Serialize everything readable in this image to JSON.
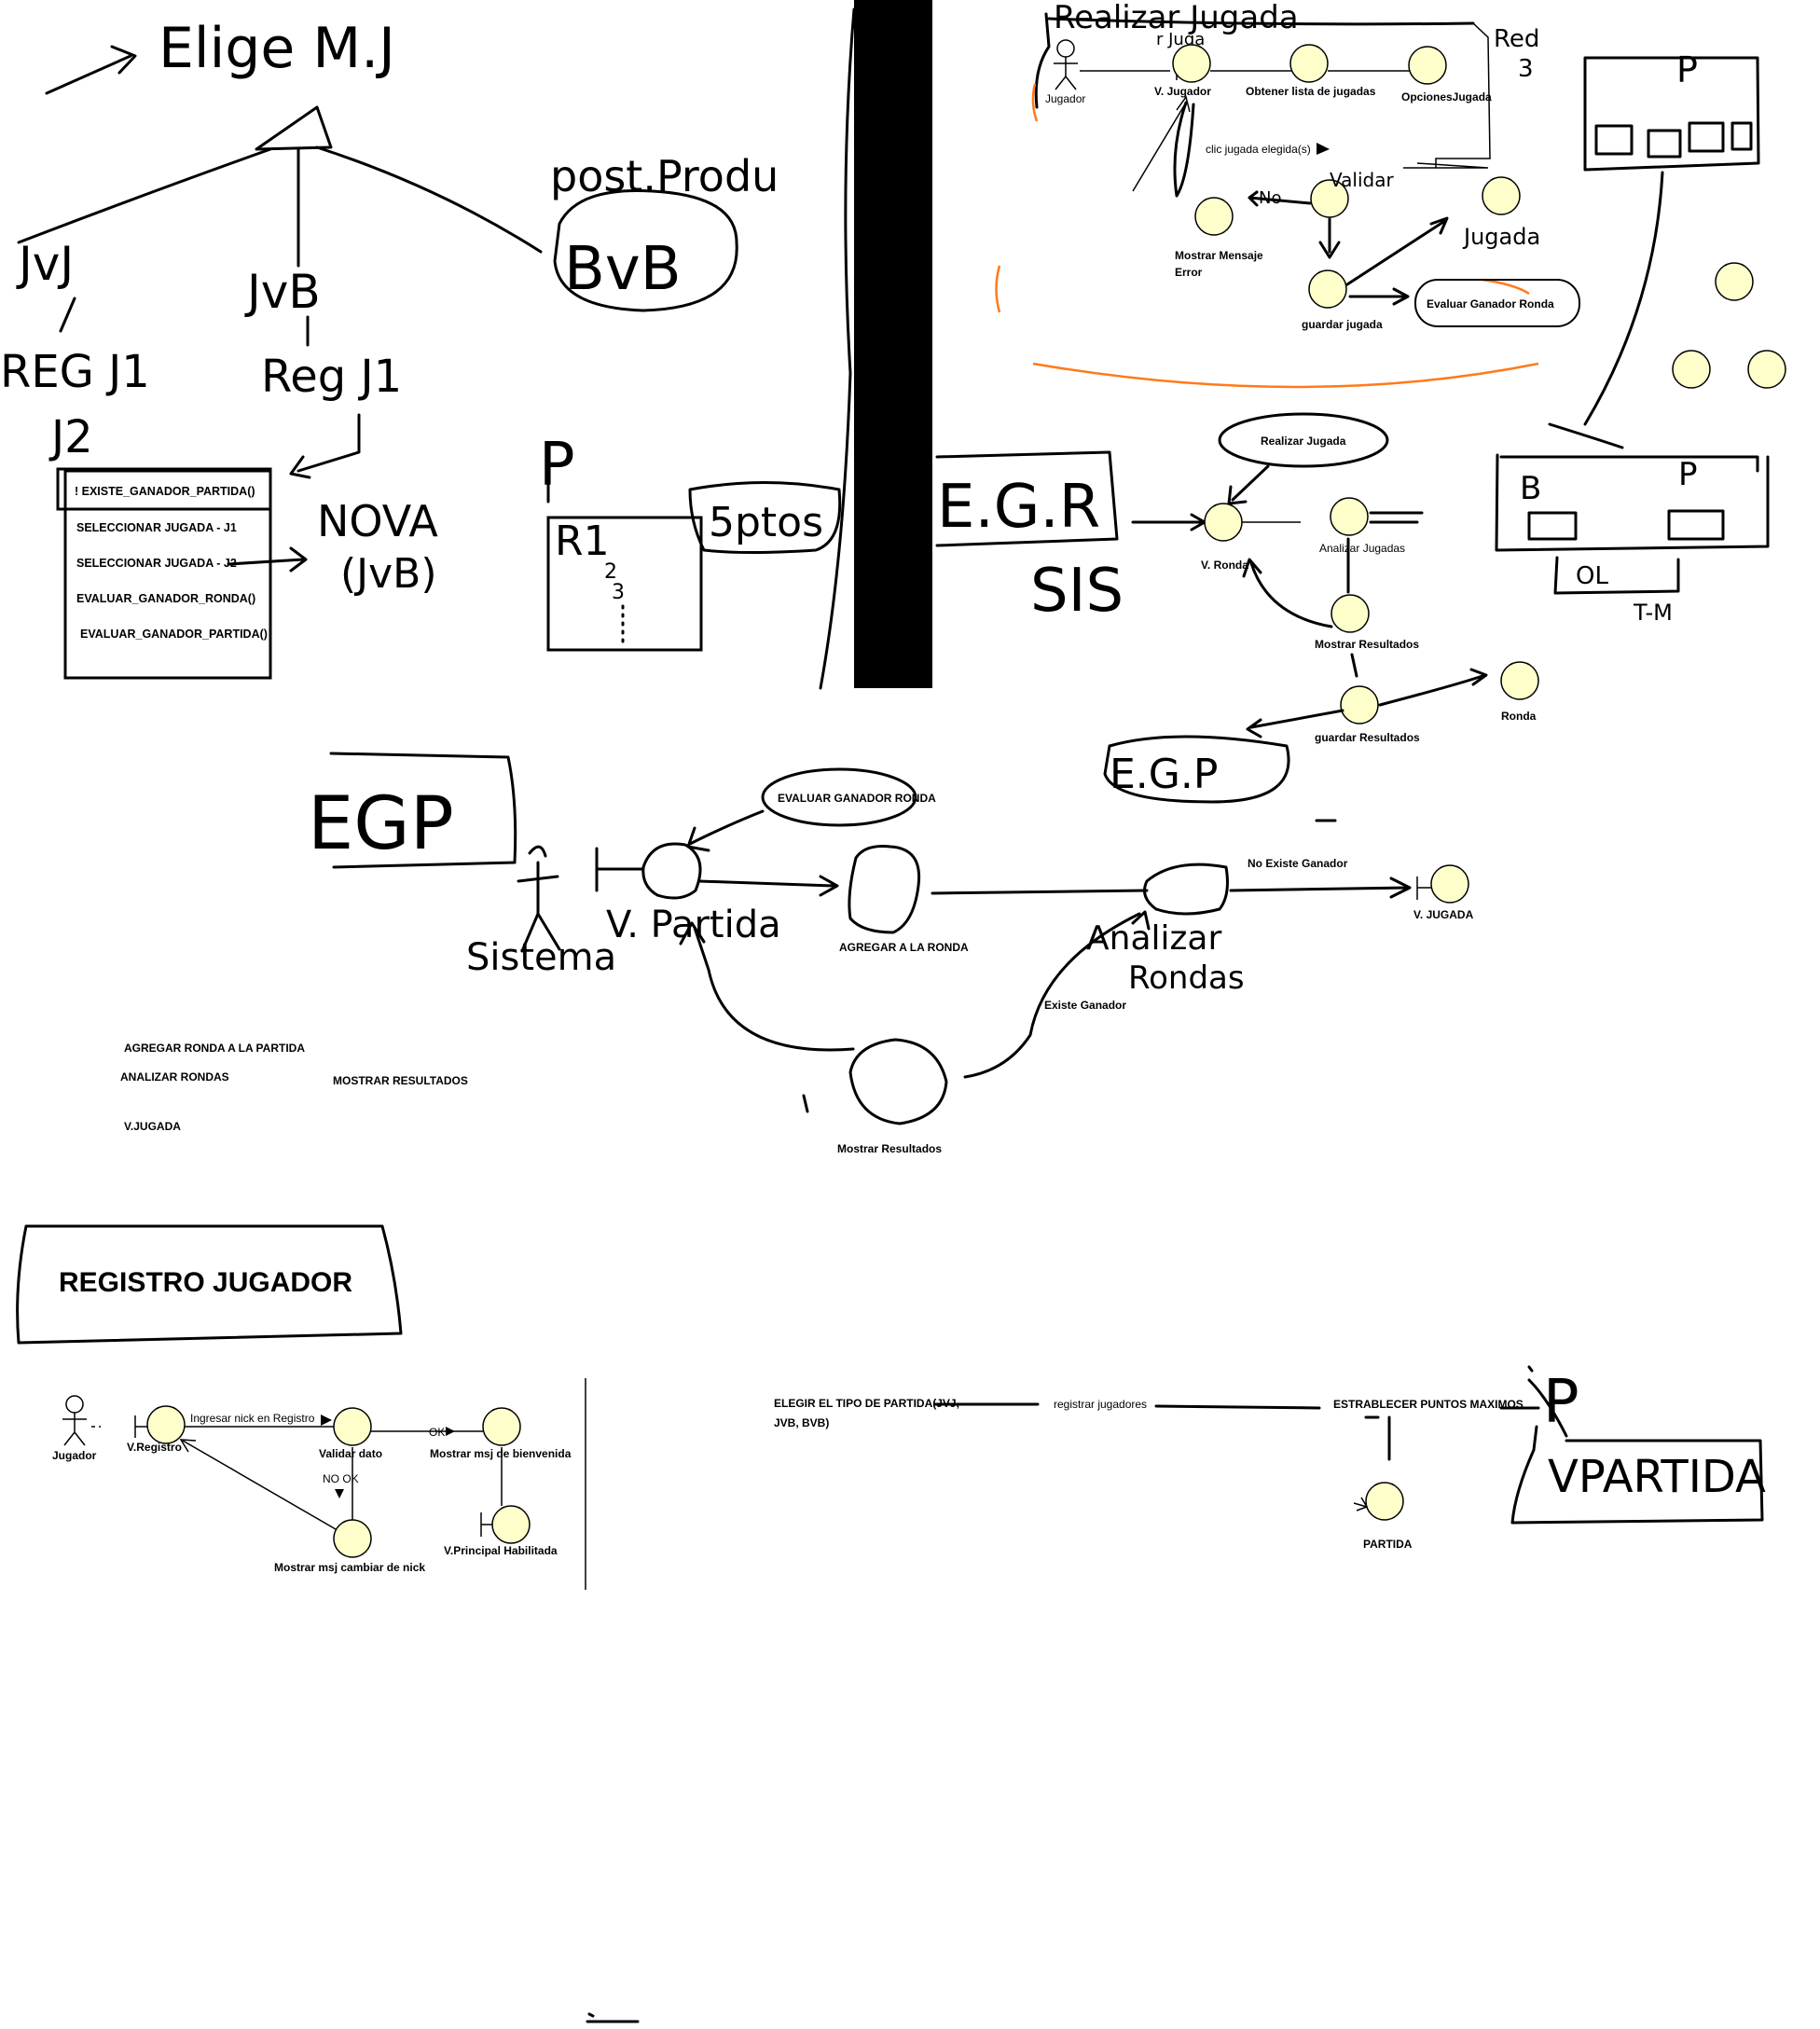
{
  "colors": {
    "object_fill": "#ffffcc",
    "ink": "#000000",
    "highlight": "#ff7a1a"
  },
  "tree": {
    "title": "Elige M.J",
    "post": "post.Produ",
    "bvb": "BvB",
    "jvj": "JvJ",
    "jvb": "JvB",
    "reg_j1": "REG J1",
    "j2": "J2",
    "reg_j1_b": "Reg J1",
    "nova": "NOVA",
    "nova_sub": "(JvB)"
  },
  "method_box": {
    "items": [
      "! EXISTE_GANADOR_PARTIDA()",
      "SELECCIONAR JUGADA - J1",
      "SELECCIONAR JUGADA - J2",
      "EVALUAR_GANADOR_RONDA()",
      "EVALUAR_GANADOR_PARTIDA()"
    ]
  },
  "points_sketch": {
    "p": "P",
    "r1": "R1",
    "n2": "2",
    "n3": "3",
    "pts": "5ptos"
  },
  "realizar": {
    "title": "Realizar Jugada",
    "scribble": "r Juga",
    "red": "Red",
    "red_num": "3",
    "actor": "Jugador",
    "v_jugador": "V. Jugador",
    "obtener": "Obtener lista de jugadas",
    "opciones": "OpcionesJugada",
    "clic": "clic jugada elegida(s)",
    "validar": "Validar",
    "no": "No",
    "mostrar_error": "Mostrar Mensaje Error",
    "jugada": "Jugada",
    "guardar": "guardar jugada",
    "evaluar": "Evaluar Ganador Ronda"
  },
  "egr": {
    "title": "E.G.R",
    "sis": "SIS",
    "realizar": "Realizar Jugada",
    "v_ronda": "V. Ronda",
    "analizar": "Analizar Jugadas",
    "mostrar": "Mostrar Resultados",
    "guardar": "guardar Resultados",
    "ronda": "Ronda",
    "egp": "E.G.P"
  },
  "right_sketch": {
    "p_top": "P",
    "b": "B",
    "p": "P",
    "ol": "OL",
    "tm": "T-M"
  },
  "egp": {
    "title": "EGP",
    "sistema": "Sistema",
    "v_partida": "V. Partida",
    "evaluar": "EVALUAR GANADOR RONDA",
    "agregar": "AGREGAR A LA RONDA",
    "analizar": "Analizar Rondas",
    "no_existe": "No Existe Ganador",
    "v_jugada": "V. JUGADA",
    "existe": "Existe Ganador",
    "mostrar": "Mostrar Resultados"
  },
  "notes": {
    "agregar_ronda": "AGREGAR RONDA A LA PARTIDA",
    "analizar_rondas": "ANALIZAR RONDAS",
    "mostrar_resultados": "MOSTRAR RESULTADOS",
    "v_jugada": "V.JUGADA"
  },
  "registro": {
    "title": "REGISTRO JUGADOR",
    "actor": "Jugador",
    "v_registro": "V.Registro",
    "ingresar": "Ingresar nick en Registro",
    "validar": "Validar dato",
    "ok": "OK",
    "no_ok": "NO OK",
    "bienvenida": "Mostrar msj de bienvenida",
    "v_principal": "V.Principal Habilitada",
    "cambiar_nick": "Mostrar msj cambiar de nick"
  },
  "flow": {
    "elegir_1": "ELEGIR EL TIPO DE PARTIDA(JVJ,",
    "elegir_2": "JVB, BVB)",
    "registrar": "registrar jugadores",
    "establecer": "ESTRABLECER PUNTOS MAXIMOS",
    "partida": "PARTIDA",
    "p": "P",
    "v_partida": "VPARTIDA"
  }
}
